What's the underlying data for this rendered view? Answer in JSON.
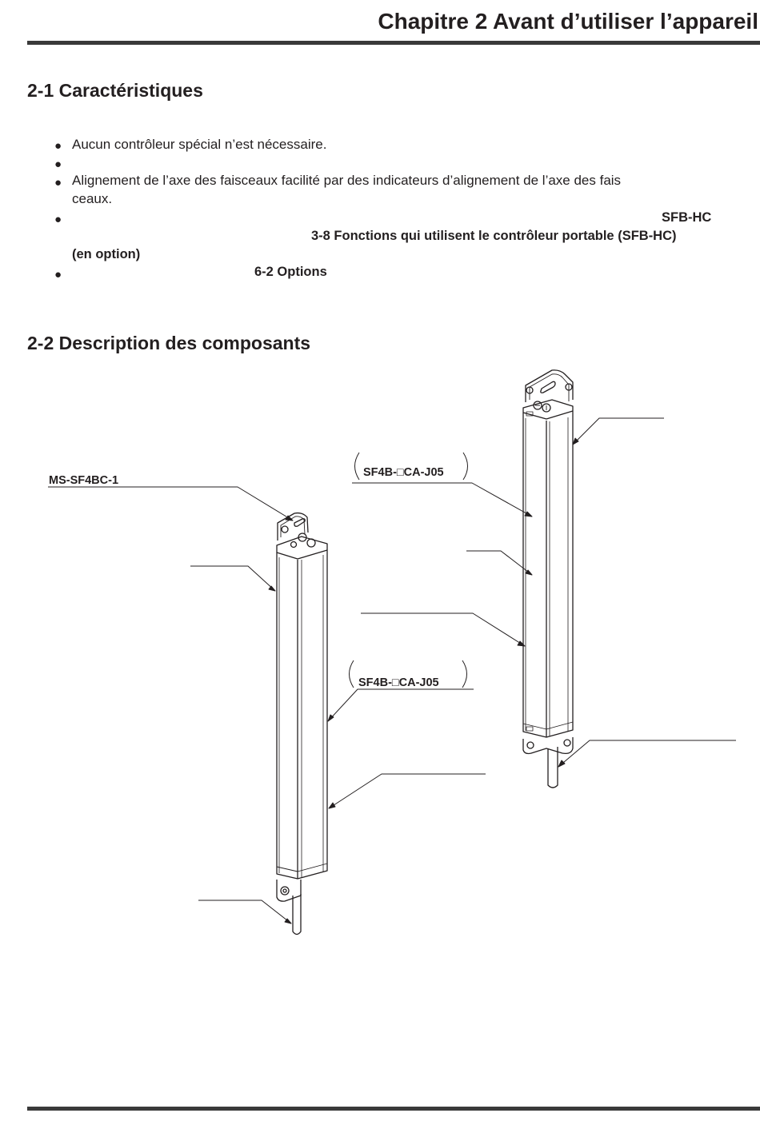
{
  "header": {
    "chapter_title": "Chapitre 2 Avant d’utiliser l’appareil"
  },
  "section1": {
    "title": "2-1 Caractéristiques",
    "bullets": {
      "b1_text": "Aucun contrôleur spécial n’est nécessaire.",
      "b3_line1": "Alignement de l’axe des faisceaux facilité par des indicateurs d’alignement de l’axe des fais",
      "b3_line2": "ceaux.",
      "b4_ref1": "SFB-HC",
      "b4_ref2": "3-8 Fonctions qui utilisent le contrôleur portable (SFB-HC)",
      "b4_ref3": "(en option)",
      "b5_ref": "6-2 Options"
    }
  },
  "section2": {
    "title": "2-2 Description des composants",
    "labels": {
      "bracket": "MS-SF4BC-1",
      "cable_right": "SF4B-□CA-J05",
      "cable_left": "SF4B-□CA-J05"
    }
  }
}
